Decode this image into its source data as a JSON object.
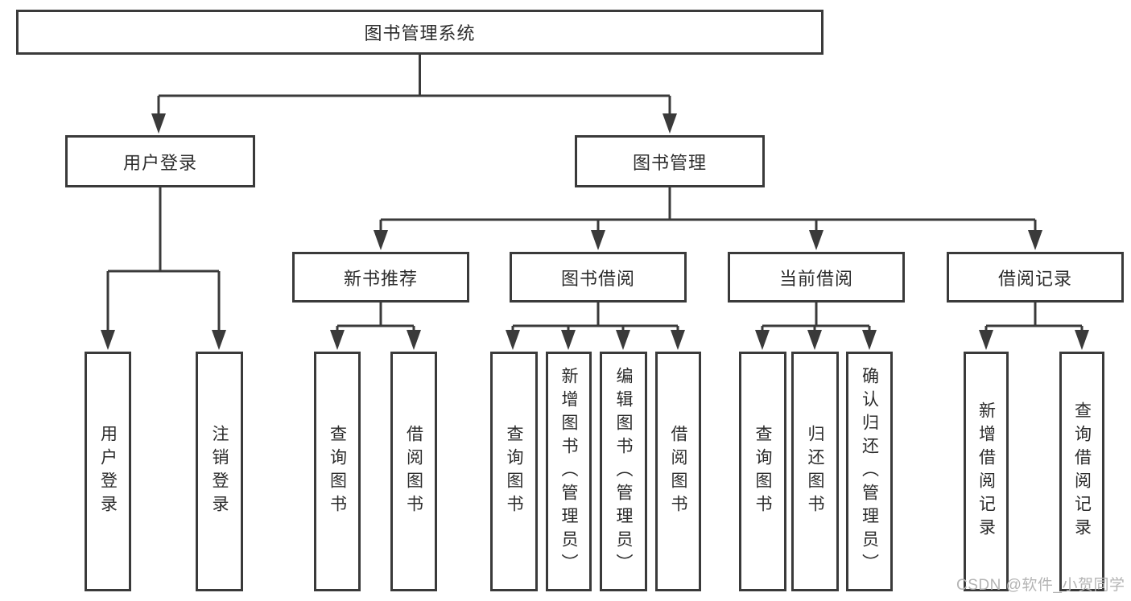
{
  "diagram_title": "图书管理系统",
  "colors": {
    "line": "#3a3a3a",
    "box_border": "#3a3a3a",
    "text": "#2c2c2c",
    "background": "#ffffff",
    "watermark": "#b4b4b4"
  },
  "nodes": {
    "root": {
      "label": "图书管理系统"
    },
    "user_login": {
      "label": "用户登录"
    },
    "book_mgmt": {
      "label": "图书管理"
    },
    "new_book": {
      "label": "新书推荐"
    },
    "borrow": {
      "label": "图书借阅"
    },
    "current": {
      "label": "当前借阅"
    },
    "record": {
      "label": "借阅记录"
    },
    "ul_login": {
      "label": "用户登录"
    },
    "ul_logout": {
      "label": "注销登录"
    },
    "nb_query": {
      "label": "查询图书"
    },
    "nb_borrow": {
      "label": "借阅图书"
    },
    "bb_query": {
      "label": "查询图书"
    },
    "bb_add": {
      "label": "新增图书（管理员）"
    },
    "bb_edit": {
      "label": "编辑图书（管理员）"
    },
    "bb_borrow": {
      "label": "借阅图书"
    },
    "cb_query": {
      "label": "查询图书"
    },
    "cb_return": {
      "label": "归还图书"
    },
    "cb_confirm": {
      "label": "确认归还（管理员）"
    },
    "br_add": {
      "label": "新增借阅记录"
    },
    "br_query": {
      "label": "查询借阅记录"
    }
  },
  "tree": {
    "图书管理系统": {
      "用户登录": [
        "用户登录",
        "注销登录"
      ],
      "图书管理": {
        "新书推荐": [
          "查询图书",
          "借阅图书"
        ],
        "图书借阅": [
          "查询图书",
          "新增图书（管理员）",
          "编辑图书（管理员）",
          "借阅图书"
        ],
        "当前借阅": [
          "查询图书",
          "归还图书",
          "确认归还（管理员）"
        ],
        "借阅记录": [
          "新增借阅记录",
          "查询借阅记录"
        ]
      }
    }
  },
  "watermark": {
    "text": "CSDN @软件_小贺同学"
  }
}
